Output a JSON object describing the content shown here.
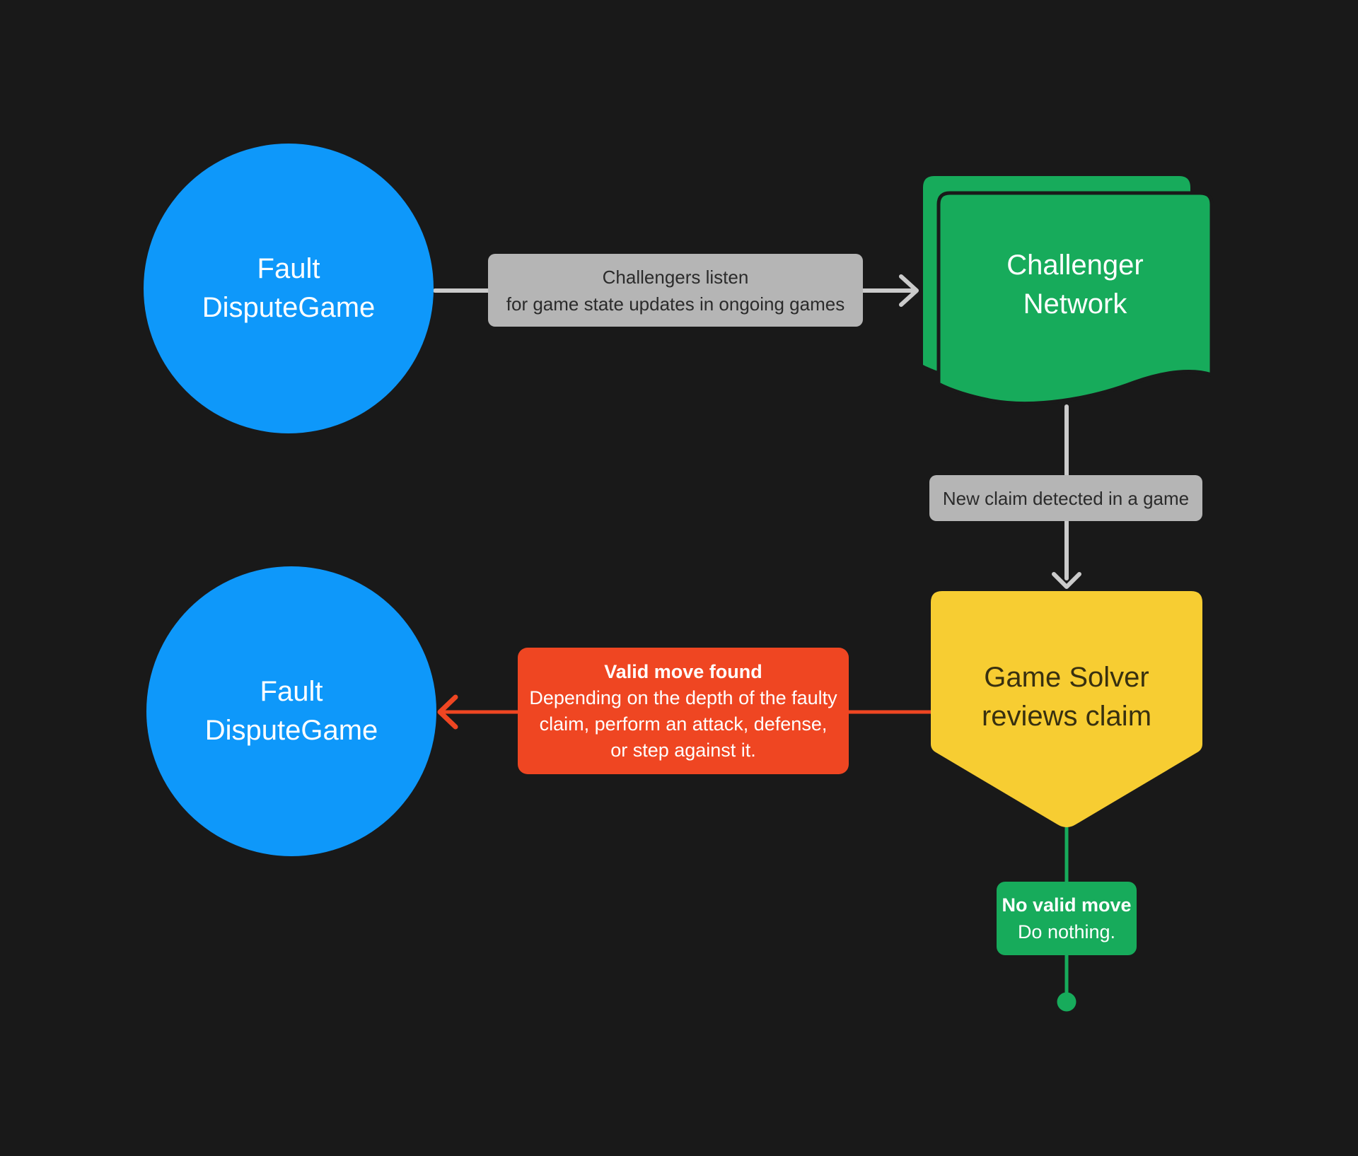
{
  "diagram": {
    "background_color": "#191919",
    "nodes": {
      "fault_top": {
        "shape": "circle",
        "color": "#0E98FA",
        "text_color": "#FFFFFF",
        "line1": "Fault",
        "line2": "DisputeGame"
      },
      "challenger_network": {
        "shape": "stacked-document",
        "color": "#17AB5B",
        "text_color": "#FFFFFF",
        "line1": "Challenger",
        "line2": "Network"
      },
      "game_solver": {
        "shape": "banner-pentagon",
        "color": "#F7CD32",
        "text_color": "#383010",
        "line1": "Game Solver",
        "line2": "reviews claim"
      },
      "fault_bottom": {
        "shape": "circle",
        "color": "#0E98FA",
        "text_color": "#FFFFFF",
        "line1": "Fault",
        "line2": "DisputeGame"
      }
    },
    "labels": {
      "listen": {
        "bg": "#B5B5B5",
        "text_color": "#2B2B2B",
        "line1": "Challengers listen",
        "line2": "for game state updates in ongoing games"
      },
      "new_claim": {
        "bg": "#B5B5B5",
        "text_color": "#2B2B2B",
        "text": "New claim detected in a game"
      },
      "valid_move": {
        "bg": "#EF4622",
        "text_color": "#FFFFFF",
        "title": "Valid move found",
        "body_lines": [
          "Depending on the depth of the faulty",
          "claim, perform an attack, defense,",
          "or step against it."
        ]
      },
      "no_valid_move": {
        "bg": "#17AB5B",
        "text_color": "#FFFFFF",
        "title": "No valid move",
        "body": "Do nothing."
      }
    },
    "connectors": {
      "listen_arrow_color": "#CBCBCB",
      "new_claim_arrow_color": "#CBCBCB",
      "valid_move_arrow_color": "#EF4622",
      "no_valid_move_line_color": "#17AB5B"
    }
  }
}
